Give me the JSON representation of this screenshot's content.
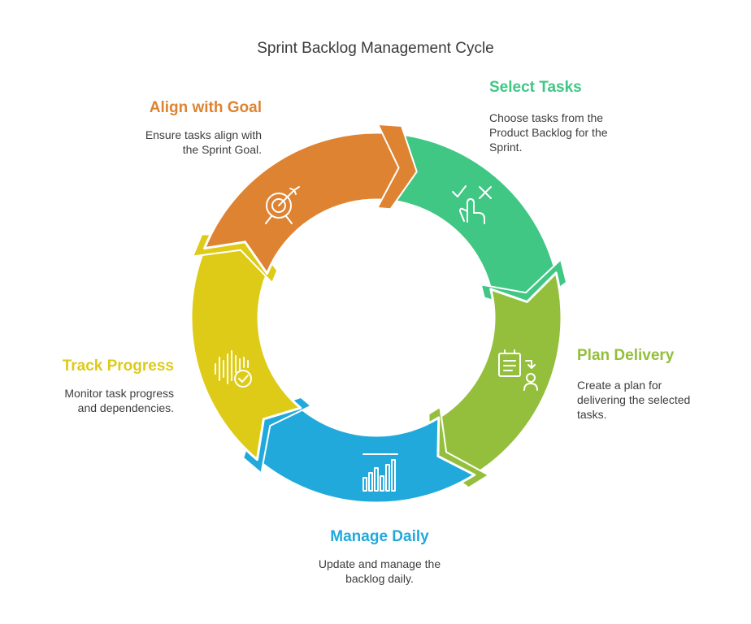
{
  "title": "Sprint Backlog Management Cycle",
  "steps": [
    {
      "id": "select",
      "title": "Select Tasks",
      "lines": [
        "Choose tasks from the",
        "Product Backlog for the",
        "Sprint."
      ],
      "color": "#40c784",
      "icon": "checkmark-cross-hand-icon"
    },
    {
      "id": "plan",
      "title": "Plan Delivery",
      "lines": [
        "Create a plan for",
        "delivering the selected",
        "tasks."
      ],
      "color": "#94bf3c",
      "icon": "clipboard-person-icon"
    },
    {
      "id": "manage",
      "title": "Manage Daily",
      "lines": [
        "Update and manage the",
        "backlog daily."
      ],
      "color": "#21a9dc",
      "icon": "bar-chart-icon"
    },
    {
      "id": "track",
      "title": "Track Progress",
      "lines": [
        "Monitor task progress",
        "and dependencies."
      ],
      "color": "#decb17",
      "icon": "soundwave-check-icon"
    },
    {
      "id": "align",
      "title": "Align with Goal",
      "lines": [
        "Ensure tasks align with",
        "the Sprint Goal."
      ],
      "color": "#de8331",
      "icon": "target-arrow-icon"
    }
  ]
}
